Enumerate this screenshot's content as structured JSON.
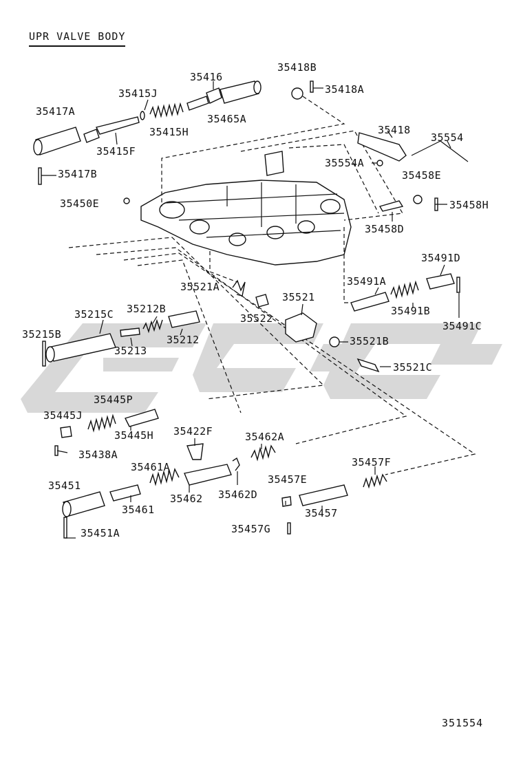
{
  "title": "UPR VALVE BODY",
  "catalog_number": "351554",
  "watermark_color": "#d4d4d4",
  "part_labels": {
    "p35418B": "35418B",
    "p35416": "35416",
    "p35418A": "35418A",
    "p35415J": "35415J",
    "p35417A": "35417A",
    "p35465A": "35465A",
    "p35415H": "35415H",
    "p35418": "35418",
    "p35554": "35554",
    "p35415F": "35415F",
    "p35554A": "35554A",
    "p35417B": "35417B",
    "p35458E": "35458E",
    "p35450E": "35450E",
    "p35458H": "35458H",
    "p35458D": "35458D",
    "p35491D": "35491D",
    "p35491A": "35491A",
    "p35521A": "35521A",
    "p35521": "35521",
    "p35491B": "35491B",
    "p35215C": "35215C",
    "p35212B": "35212B",
    "p35522": "35522",
    "p35491C": "35491C",
    "p35215B": "35215B",
    "p35212": "35212",
    "p35521B": "35521B",
    "p35213": "35213",
    "p35521C": "35521C",
    "p35445P": "35445P",
    "p35445J": "35445J",
    "p35445H": "35445H",
    "p35422F": "35422F",
    "p35462A": "35462A",
    "p35438A": "35438A",
    "p35461A": "35461A",
    "p35457F": "35457F",
    "p35451": "35451",
    "p35457E": "35457E",
    "p35461": "35461",
    "p35462": "35462",
    "p35462D": "35462D",
    "p35457": "35457",
    "p35451A": "35451A",
    "p35457G": "35457G"
  }
}
